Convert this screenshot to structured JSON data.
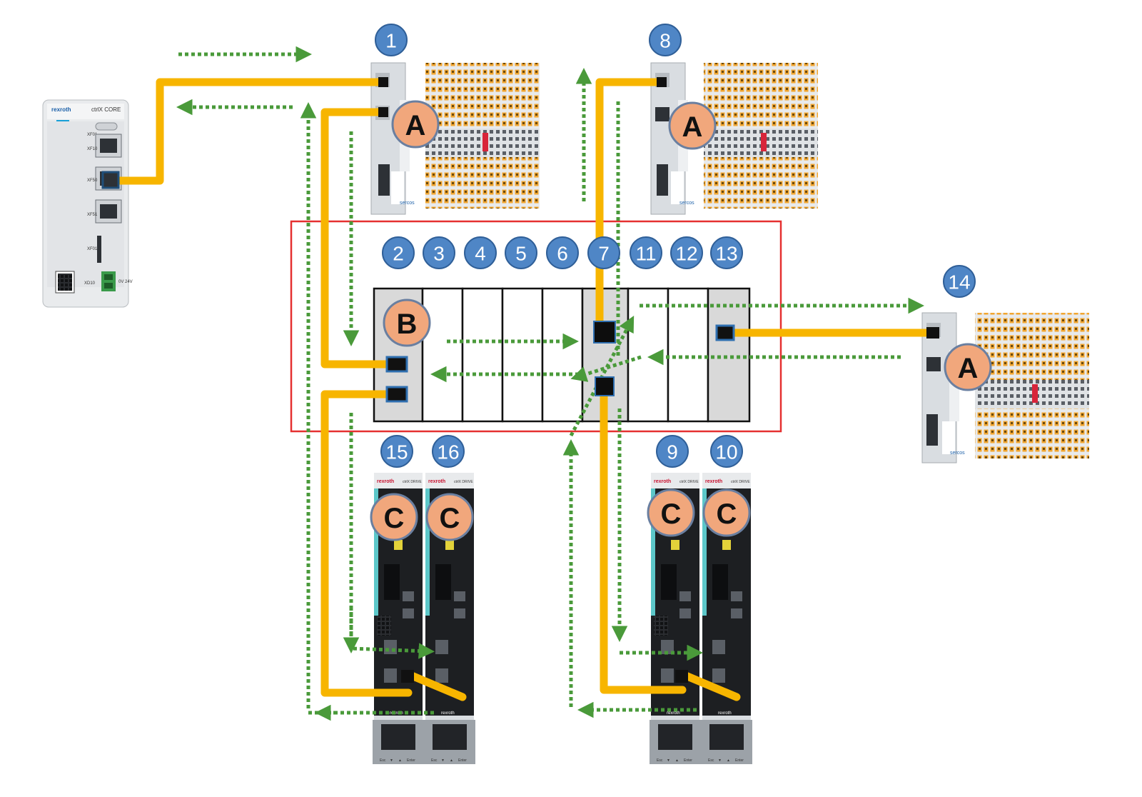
{
  "colors": {
    "cable": "#f7b500",
    "signal": "#4a9a3a",
    "number_badge": "#4f86c6",
    "number_badge_stroke": "#2f5f98",
    "letter_badge": "#f1a77c",
    "letter_badge_stroke": "#6a7fa0",
    "highlight_box": "#e53030",
    "io_housing": "#d9dde1",
    "terminal_orange": "#f2a630",
    "drive_body": "#1d1f22",
    "drive_accent": "#5cc7c9"
  },
  "controller": {
    "brand": "rexroth",
    "model": "ctrlX CORE",
    "badge": "ctrlX CORE",
    "labels": [
      "XF01",
      "XF10",
      "XF50",
      "XF51",
      "XF01",
      "XD10",
      "0V 24V"
    ]
  },
  "io_modules": [
    {
      "label": "sercos"
    },
    {
      "label": "sercos"
    },
    {
      "label": "sercos"
    }
  ],
  "drives": [
    {
      "brand": "rexroth",
      "model": "ctrlX DRIVE"
    },
    {
      "brand": "rexroth",
      "model": "ctrlX DRIVE"
    },
    {
      "brand": "rexroth",
      "model": "ctrlX DRIVE"
    },
    {
      "brand": "rexroth",
      "model": "ctrlX DRIVE"
    }
  ],
  "drive_bottom_label": "rexroth",
  "drive_keys": [
    "Esc",
    "▼",
    "▲",
    "Enter"
  ],
  "numbers": {
    "n1": "1",
    "n2": "2",
    "n3": "3",
    "n4": "4",
    "n5": "5",
    "n6": "6",
    "n7": "7",
    "n8": "8",
    "n9": "9",
    "n10": "10",
    "n11": "11",
    "n12": "12",
    "n13": "13",
    "n14": "14",
    "n15": "15",
    "n16": "16"
  },
  "letters": {
    "A": "A",
    "B": "B",
    "C": "C"
  }
}
